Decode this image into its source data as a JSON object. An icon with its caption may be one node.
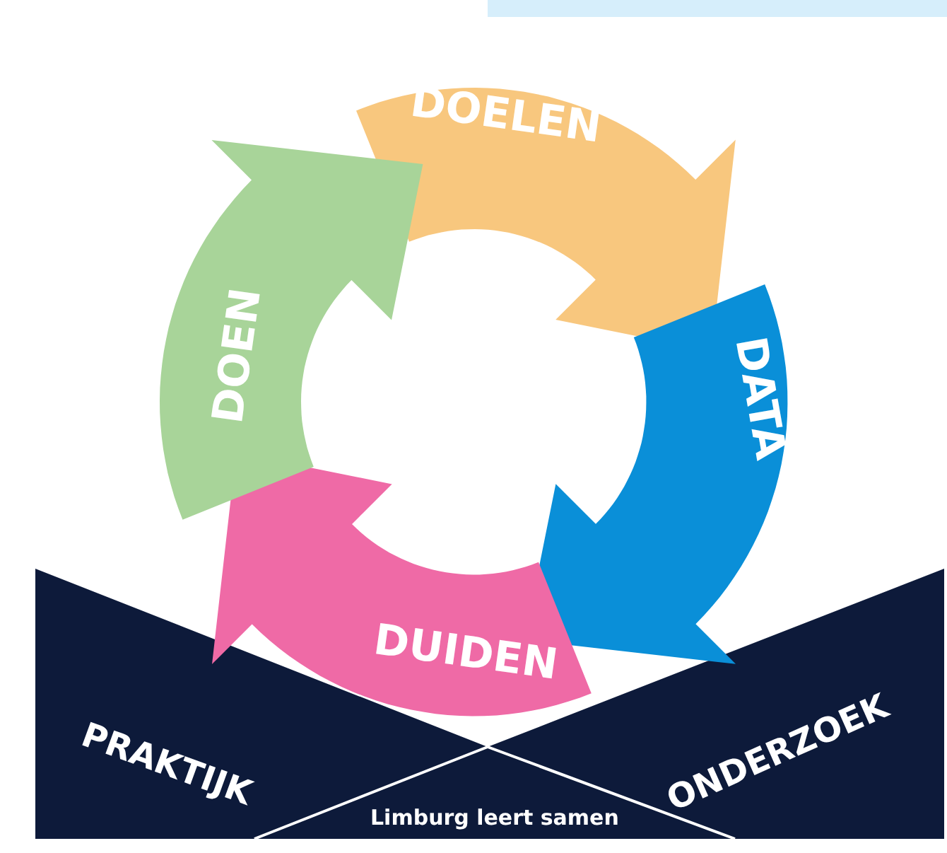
{
  "diagram": {
    "nodes": [
      {
        "text": [
          "DOELEN"
        ]
      },
      {
        "text": [
          "DATA"
        ]
      },
      {
        "text": [
          "DUIDEN"
        ]
      },
      {
        "text": [
          "DOEN"
        ]
      }
    ],
    "labels": [
      "PRAKTIJK",
      "ONDERZOEK",
      "Limburg leert samen"
    ]
  }
}
